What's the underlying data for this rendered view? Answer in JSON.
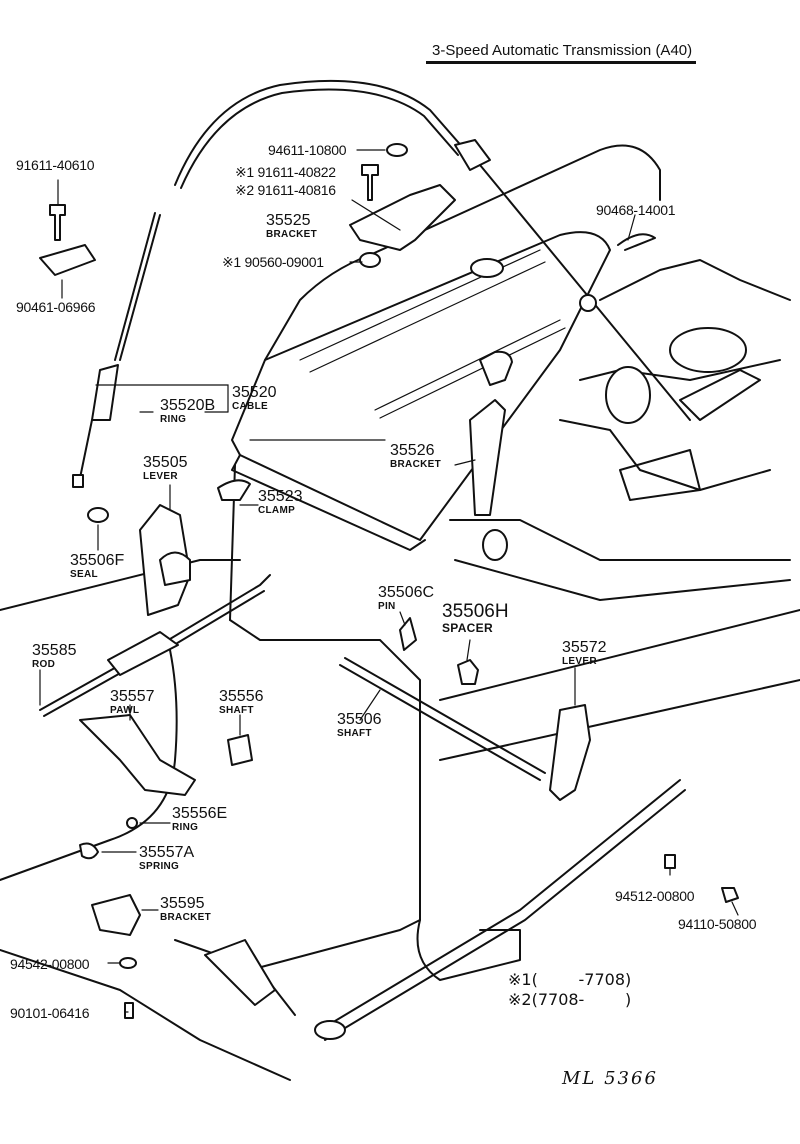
{
  "title": "3-Speed Automatic Transmission (A40)",
  "parts": [
    {
      "id": "p_91611_40610",
      "number": "91611-40610",
      "name": ""
    },
    {
      "id": "p_90461_06966",
      "number": "90461-06966",
      "name": ""
    },
    {
      "id": "p_94611_10800",
      "number": "94611-10800",
      "name": ""
    },
    {
      "id": "p_91611_40822",
      "number": "※1 91611-40822",
      "name": ""
    },
    {
      "id": "p_91611_40816",
      "number": "※2 91611-40816",
      "name": ""
    },
    {
      "id": "p_35525",
      "number": "35525",
      "name": "BRACKET"
    },
    {
      "id": "p_90560_09001",
      "number": "※1 90560-09001",
      "name": ""
    },
    {
      "id": "p_90468_14001",
      "number": "90468-14001",
      "name": ""
    },
    {
      "id": "p_35520",
      "number": "35520",
      "name": "CABLE"
    },
    {
      "id": "p_35520B",
      "number": "35520B",
      "name": "RING"
    },
    {
      "id": "p_35526",
      "number": "35526",
      "name": "BRACKET"
    },
    {
      "id": "p_35505",
      "number": "35505",
      "name": "LEVER"
    },
    {
      "id": "p_35523",
      "number": "35523",
      "name": "CLAMP"
    },
    {
      "id": "p_35506F",
      "number": "35506F",
      "name": "SEAL"
    },
    {
      "id": "p_35506C",
      "number": "35506C",
      "name": "PIN"
    },
    {
      "id": "p_35506H",
      "number": "35506H",
      "name": "SPACER"
    },
    {
      "id": "p_35572",
      "number": "35572",
      "name": "LEVER"
    },
    {
      "id": "p_35585",
      "number": "35585",
      "name": "ROD"
    },
    {
      "id": "p_35557",
      "number": "35557",
      "name": "PAWL"
    },
    {
      "id": "p_35556",
      "number": "35556",
      "name": "SHAFT"
    },
    {
      "id": "p_35506",
      "number": "35506",
      "name": "SHAFT"
    },
    {
      "id": "p_35556E",
      "number": "35556E",
      "name": "RING"
    },
    {
      "id": "p_35557A",
      "number": "35557A",
      "name": "SPRING"
    },
    {
      "id": "p_35595",
      "number": "35595",
      "name": "BRACKET"
    },
    {
      "id": "p_94512_00800",
      "number": "94512-00800",
      "name": ""
    },
    {
      "id": "p_94110_50800",
      "number": "94110-50800",
      "name": ""
    },
    {
      "id": "p_94542_00800",
      "number": "94542-00800",
      "name": ""
    },
    {
      "id": "p_90101_06416",
      "number": "90101-06416",
      "name": ""
    }
  ],
  "notes": [
    {
      "mark": "※1",
      "range": "(        -7708)"
    },
    {
      "mark": "※2",
      "range": "(7708-        )"
    }
  ],
  "drawing_code": "ML 5366"
}
